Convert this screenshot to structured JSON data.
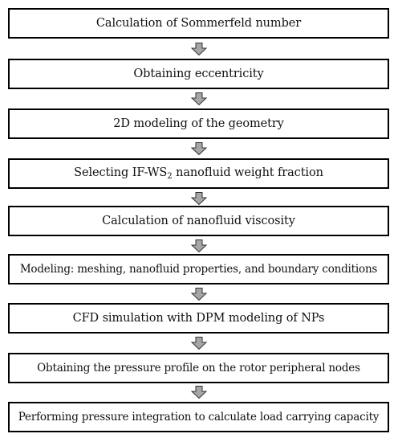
{
  "flowchart": {
    "steps": [
      {
        "text": "Calculation of Sommerfeld number"
      },
      {
        "text": "Obtaining eccentricity"
      },
      {
        "text": "2D modeling of the geometry"
      },
      {
        "pre": "Selecting IF-WS",
        "sub": "2",
        "post": " nanofluid weight fraction"
      },
      {
        "text": "Calculation of nanofluid viscosity"
      },
      {
        "text": "Modeling: meshing, nanofluid properties, and boundary conditions"
      },
      {
        "text": "CFD simulation with DPM modeling of NPs"
      },
      {
        "text": "Obtaining the pressure profile on the rotor peripheral nodes"
      },
      {
        "text": "Performing pressure integration to calculate load carrying capacity"
      }
    ],
    "arrow_color": "#a6a6a6",
    "arrow_stroke": "#333333"
  }
}
